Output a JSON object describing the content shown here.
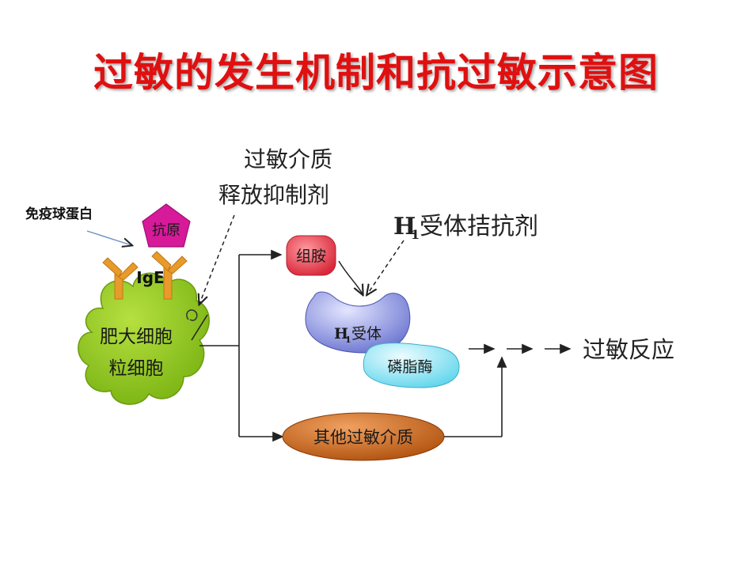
{
  "title": "过敏的发生机制和抗过敏示意图",
  "labels": {
    "immunoglobulin": "免疫球蛋白",
    "antigen": "抗原",
    "ige": "IgE",
    "mast_cell_line1": "肥大细胞",
    "mast_cell_line2": "粒细胞",
    "stabilizer_line1": "过敏介质",
    "stabilizer_line2": "释放抑制剂",
    "histamine": "组胺",
    "h1_antagonist_H": "H",
    "h1_antagonist_sub": "1",
    "h1_antagonist_rest": "受体拮抗剂",
    "h1_receptor_H": "H",
    "h1_receptor_sub": "1",
    "h1_receptor_rest": "受体",
    "phospholipase": "磷脂酶",
    "other_mediators": "其他过敏介质",
    "allergic_reaction": "过敏反应"
  },
  "colors": {
    "title": "#e01010",
    "antigen": "#d61a9a",
    "ige": "#e89a2a",
    "mast_cell": "#8cc41c",
    "histamine": "#e8414b",
    "receptor": "#7b84d8",
    "phospholipase": "#7fe0f0",
    "other_mediators": "#c4621a"
  }
}
